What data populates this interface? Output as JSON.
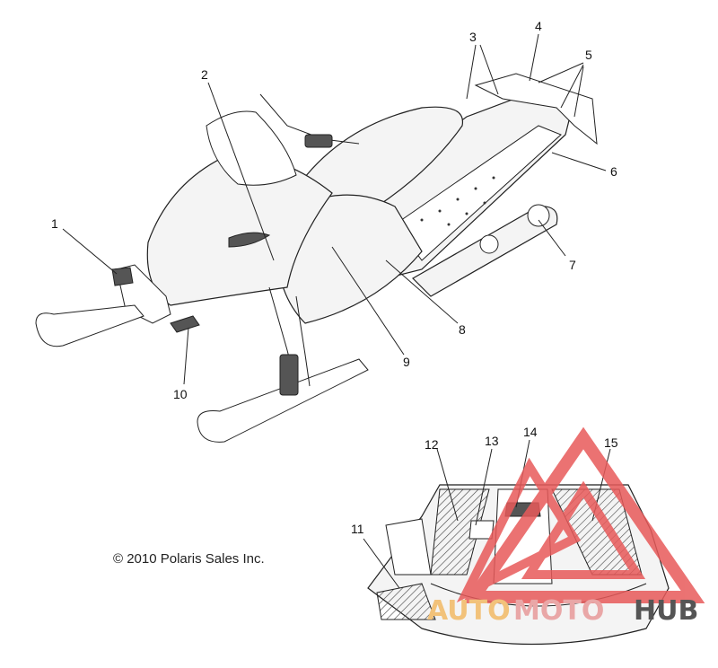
{
  "copyright": "© 2010 Polaris Sales Inc.",
  "callouts": [
    {
      "id": "1",
      "label": "1"
    },
    {
      "id": "2",
      "label": "2"
    },
    {
      "id": "3",
      "label": "3"
    },
    {
      "id": "4",
      "label": "4"
    },
    {
      "id": "5",
      "label": "5"
    },
    {
      "id": "6",
      "label": "6"
    },
    {
      "id": "7",
      "label": "7"
    },
    {
      "id": "8",
      "label": "8"
    },
    {
      "id": "9",
      "label": "9"
    },
    {
      "id": "10",
      "label": "10"
    },
    {
      "id": "11",
      "label": "11"
    },
    {
      "id": "12",
      "label": "12"
    },
    {
      "id": "13",
      "label": "13"
    },
    {
      "id": "14",
      "label": "14"
    },
    {
      "id": "15",
      "label": "15"
    }
  ],
  "watermark": {
    "part1": "AUTO",
    "part2": "MOTO",
    "part3": "HUB",
    "color_auto": "#f2c27a",
    "color_moto": "#e9a7a7",
    "color_hub": "#555555",
    "logo_color": "#e85a5a"
  }
}
